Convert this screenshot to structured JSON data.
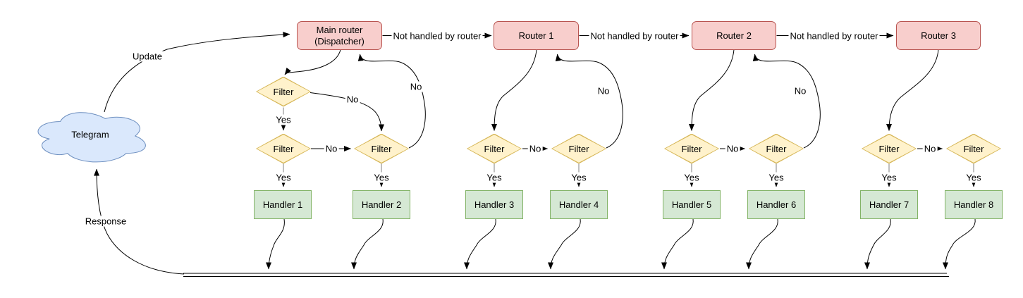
{
  "colors": {
    "router_fill": "#f8cecc",
    "router_border": "#b85450",
    "filter_fill": "#fff2cc",
    "filter_border": "#d6b656",
    "handler_fill": "#d5e8d4",
    "handler_border": "#82b366",
    "cloud_fill": "#dae8fc",
    "cloud_border": "#6c8ebf",
    "edge_color": "#000000",
    "yes_stub_color": "#808080",
    "text_color": "#000000",
    "background": "#ffffff"
  },
  "cloud": {
    "label": "Telegram"
  },
  "dispatcher": {
    "line1": "Main router",
    "line2": "(Dispatcher)"
  },
  "routers": [
    "Router 1",
    "Router 2",
    "Router 3"
  ],
  "filter_label": "Filter",
  "handlers": [
    "Handler 1",
    "Handler 2",
    "Handler 3",
    "Handler 4",
    "Handler 5",
    "Handler 6",
    "Handler 7",
    "Handler 8"
  ],
  "edge_labels": {
    "update": "Update",
    "response": "Response",
    "yes": "Yes",
    "no": "No",
    "not_handled": "Not handled by router"
  }
}
